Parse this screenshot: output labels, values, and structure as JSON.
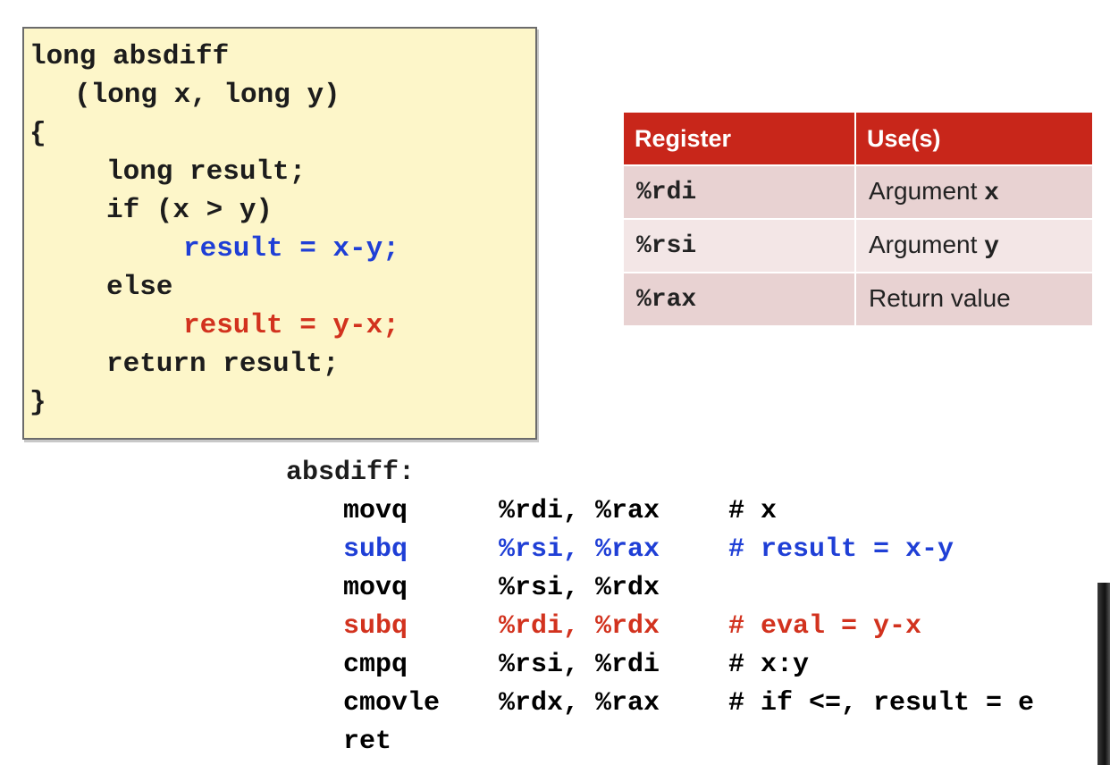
{
  "c_code": {
    "lines": [
      "long absdiff",
      "(long x, long y)",
      "{",
      "long result;",
      "if (x > y)",
      "result = x-y;",
      "else",
      "result = y-x;",
      "return result;",
      "}"
    ]
  },
  "register_table": {
    "headers": [
      "Register",
      "Use(s)"
    ],
    "rows": [
      {
        "register": "%rdi",
        "use_text": "Argument ",
        "use_var": "x"
      },
      {
        "register": "%rsi",
        "use_text": "Argument ",
        "use_var": "y"
      },
      {
        "register": "%rax",
        "use_text": "Return value",
        "use_var": ""
      }
    ]
  },
  "assembly": {
    "label": "absdiff:",
    "rows": [
      {
        "op": "movq",
        "args": "%rdi, %rax",
        "comment": "# x"
      },
      {
        "op": "subq",
        "args": "%rsi, %rax",
        "comment": "# result = x-y"
      },
      {
        "op": "movq",
        "args": "%rsi, %rdx",
        "comment": ""
      },
      {
        "op": "subq",
        "args": "%rdi, %rdx",
        "comment": "# eval = y-x"
      },
      {
        "op": "cmpq",
        "args": "%rsi, %rdi",
        "comment": "# x:y"
      },
      {
        "op": "cmovle",
        "args": "%rdx, %rax",
        "comment": "# if <=, result = e"
      },
      {
        "op": "ret",
        "args": "",
        "comment": ""
      }
    ]
  },
  "colors": {
    "box_background": "#fdf6c9",
    "highlight_blue": "#1f3fd6",
    "highlight_red": "#d2321e",
    "table_header": "#c8261a"
  }
}
